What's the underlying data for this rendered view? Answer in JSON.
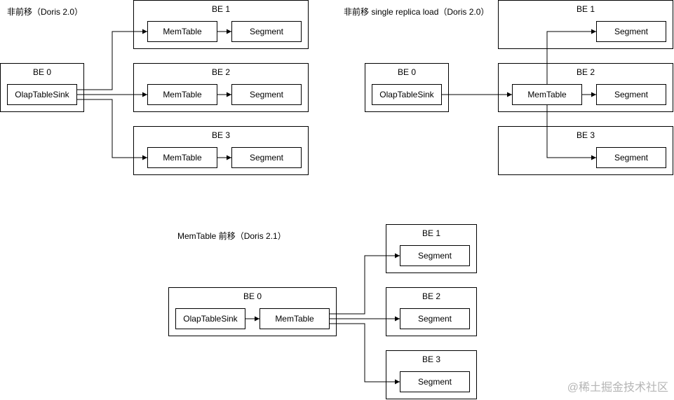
{
  "diagram1": {
    "title": "非前移（Doris 2.0）",
    "src": {
      "container": "BE 0",
      "node": "OlapTableSink"
    },
    "targets": [
      {
        "container": "BE 1",
        "memtable": "MemTable",
        "segment": "Segment"
      },
      {
        "container": "BE 2",
        "memtable": "MemTable",
        "segment": "Segment"
      },
      {
        "container": "BE 3",
        "memtable": "MemTable",
        "segment": "Segment"
      }
    ]
  },
  "diagram2": {
    "title": "非前移 single replica load（Doris 2.0）",
    "src": {
      "container": "BE 0",
      "node": "OlapTableSink"
    },
    "be1": {
      "container": "BE 1",
      "segment": "Segment"
    },
    "be2": {
      "container": "BE 2",
      "memtable": "MemTable",
      "segment": "Segment"
    },
    "be3": {
      "container": "BE 3",
      "segment": "Segment"
    }
  },
  "diagram3": {
    "title": "MemTable 前移（Doris 2.1）",
    "src": {
      "container": "BE 0",
      "sink": "OlapTableSink",
      "memtable": "MemTable"
    },
    "targets": [
      {
        "container": "BE 1",
        "segment": "Segment"
      },
      {
        "container": "BE 2",
        "segment": "Segment"
      },
      {
        "container": "BE 3",
        "segment": "Segment"
      }
    ]
  },
  "watermark": "@稀土掘金技术社区"
}
